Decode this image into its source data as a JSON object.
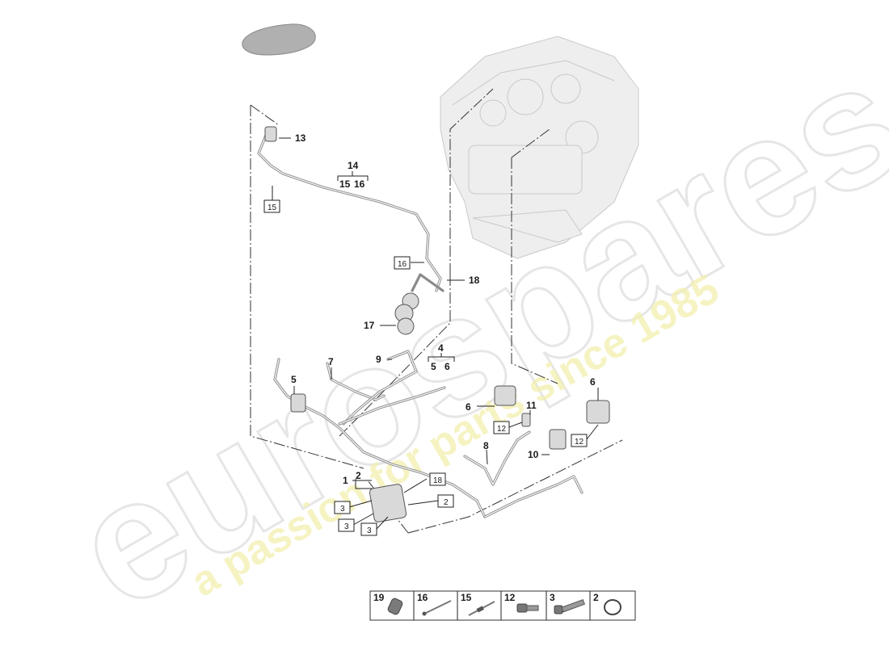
{
  "watermark": {
    "brand": "eurospares",
    "tagline": "a passion for parts since 1985"
  },
  "callouts": {
    "c13": "13",
    "c14": "14",
    "c15a": "15",
    "c16a": "16",
    "c15box": "15",
    "c16box": "16",
    "c18": "18",
    "c17": "17",
    "c9": "9",
    "c7": "7",
    "c4": "4",
    "c5a": "5",
    "c6a": "6",
    "c5b": "5",
    "c6b": "6",
    "c11": "11",
    "c12a": "12",
    "c6c": "6",
    "c12b": "12",
    "c8": "8",
    "c10": "10",
    "c1": "1",
    "c2a": "2",
    "c18box": "18",
    "c3a": "3",
    "c2box": "2",
    "c3b": "3",
    "c3c": "3"
  },
  "legend": [
    {
      "number": "19",
      "icon": "grommet-icon"
    },
    {
      "number": "16",
      "icon": "cable-tie-icon"
    },
    {
      "number": "15",
      "icon": "clip-icon"
    },
    {
      "number": "12",
      "icon": "bolt-short-icon"
    },
    {
      "number": "3",
      "icon": "bolt-long-icon"
    },
    {
      "number": "2",
      "icon": "o-ring-icon"
    }
  ]
}
